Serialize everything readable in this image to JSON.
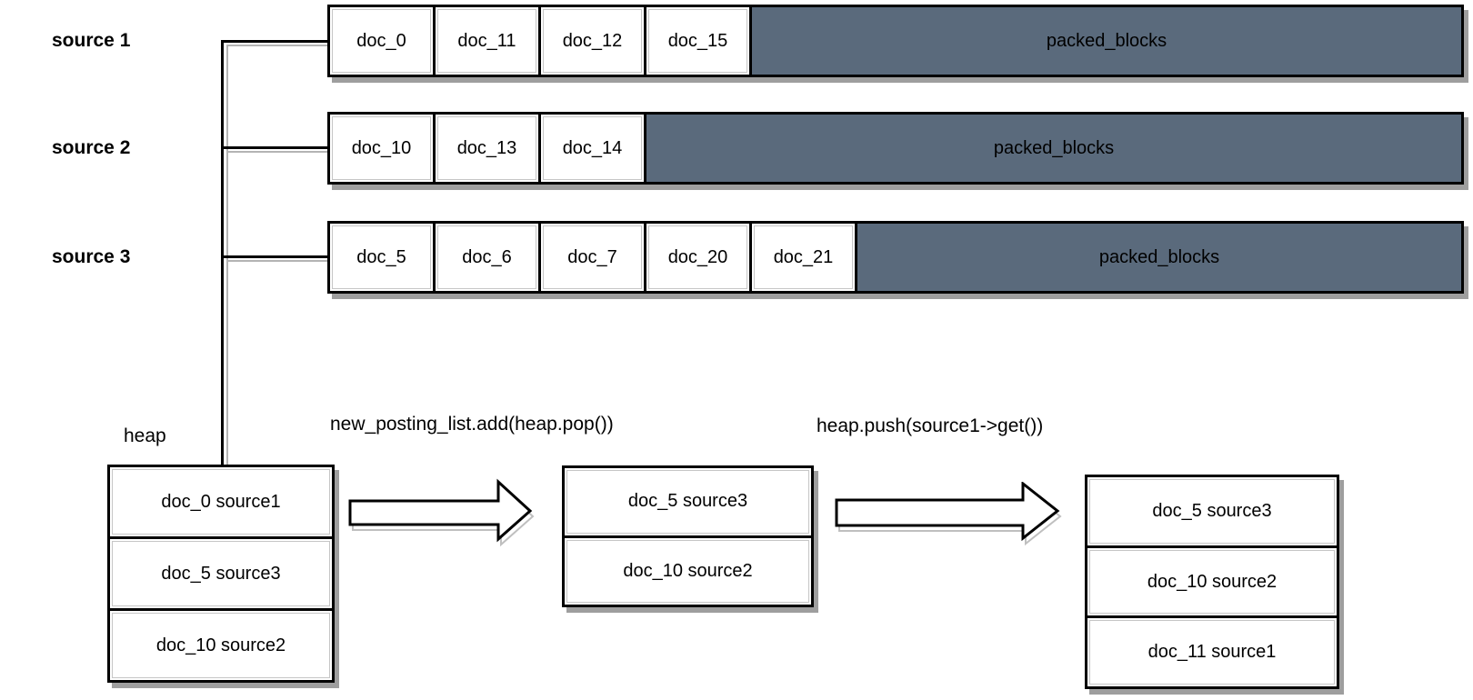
{
  "colors": {
    "packed_fill": "#5a6a7c",
    "box_border": "#000000",
    "shadow": "#9e9e9e",
    "connector_shadow": "#b4b4b4"
  },
  "sources": [
    {
      "label": "source 1",
      "docs": [
        "doc_0",
        "doc_11",
        "doc_12",
        "doc_15"
      ],
      "packed": "packed_blocks"
    },
    {
      "label": "source 2",
      "docs": [
        "doc_10",
        "doc_13",
        "doc_14"
      ],
      "packed": "packed_blocks"
    },
    {
      "label": "source 3",
      "docs": [
        "doc_5",
        "doc_6",
        "doc_7",
        "doc_20",
        "doc_21"
      ],
      "packed": "packed_blocks"
    }
  ],
  "heap": {
    "title": "heap",
    "items": [
      "doc_0 source1",
      "doc_5 source3",
      "doc_10 source2"
    ]
  },
  "steps": [
    {
      "caption": "new_posting_list.add(heap.pop())",
      "items": [
        "doc_5 source3",
        "doc_10 source2"
      ]
    },
    {
      "caption": "heap.push(source1->get())",
      "items": [
        "doc_5 source3",
        "doc_10 source2",
        "doc_11 source1"
      ]
    }
  ]
}
